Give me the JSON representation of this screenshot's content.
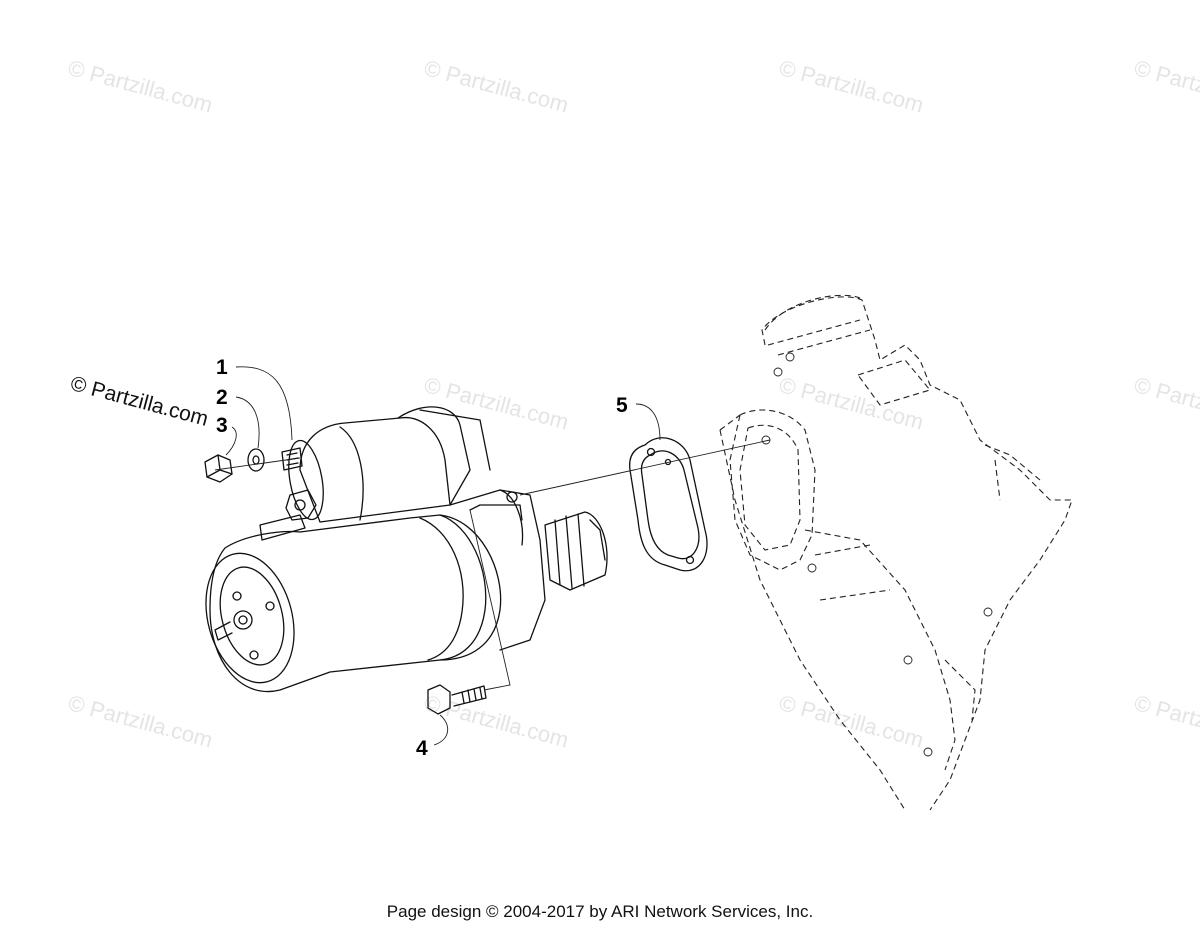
{
  "watermark": {
    "text": "© Partzilla.com",
    "color": "#e4e4e4"
  },
  "watermark_dark": {
    "text": "© Partzilla.com"
  },
  "callouts": [
    "1",
    "2",
    "3",
    "4",
    "5"
  ],
  "footer": {
    "text": "Page design © 2004-2017 by ARI Network Services, Inc."
  }
}
